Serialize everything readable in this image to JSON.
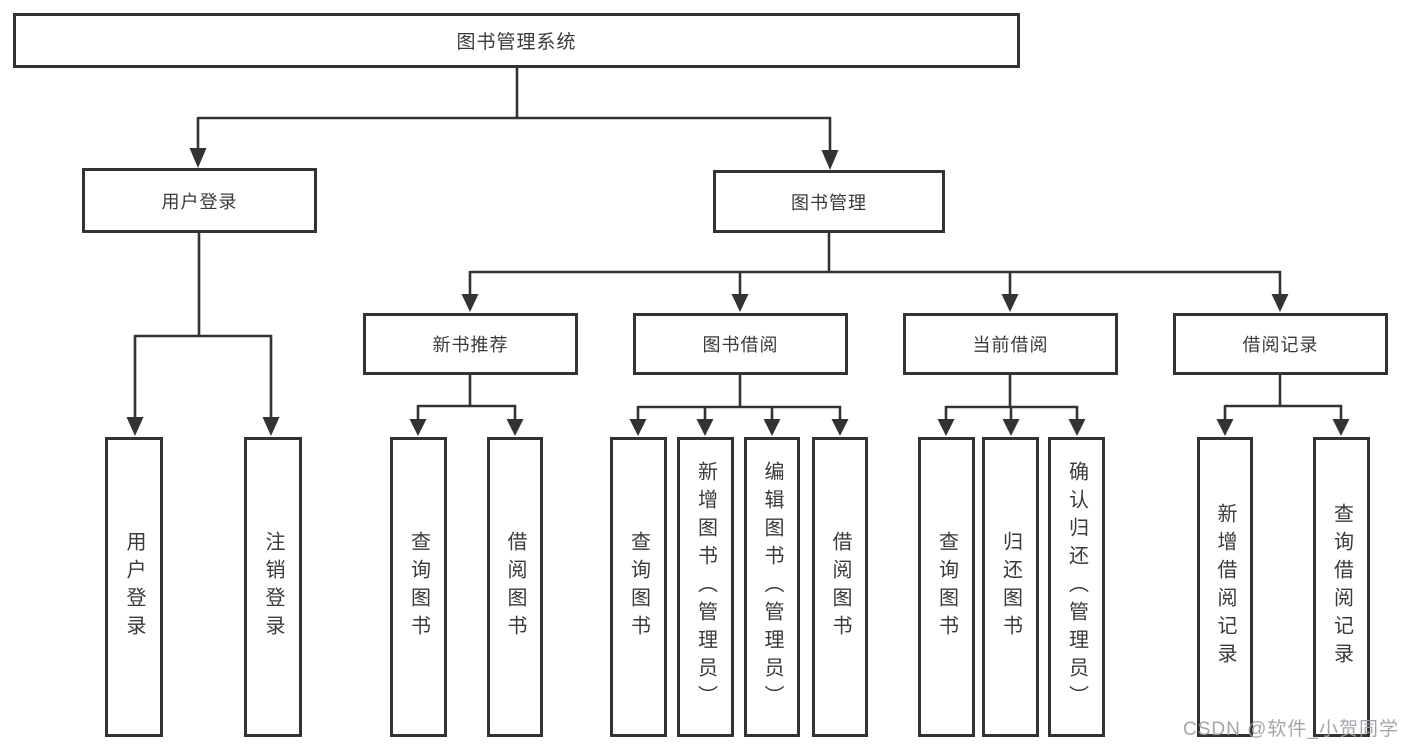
{
  "diagram": {
    "root": "图书管理系统",
    "level2": [
      "用户登录",
      "图书管理"
    ],
    "level3": [
      "新书推荐",
      "图书借阅",
      "当前借阅",
      "借阅记录"
    ],
    "leaves": {
      "login": [
        "用户登录",
        "注销登录"
      ],
      "recommend": [
        "查询图书",
        "借阅图书"
      ],
      "borrow": [
        "查询图书",
        "新增图书（管理员）",
        "编辑图书（管理员）",
        "借阅图书"
      ],
      "current": [
        "查询图书",
        "归还图书",
        "确认归还（管理员）"
      ],
      "records": [
        "新增借阅记录",
        "查询借阅记录"
      ]
    },
    "watermark": "CSDN @软件_小贺同学",
    "colors": {
      "line": "#333333",
      "text": "#3a3a3a",
      "watermark": "#9ea2a8",
      "background": "#ffffff"
    }
  }
}
